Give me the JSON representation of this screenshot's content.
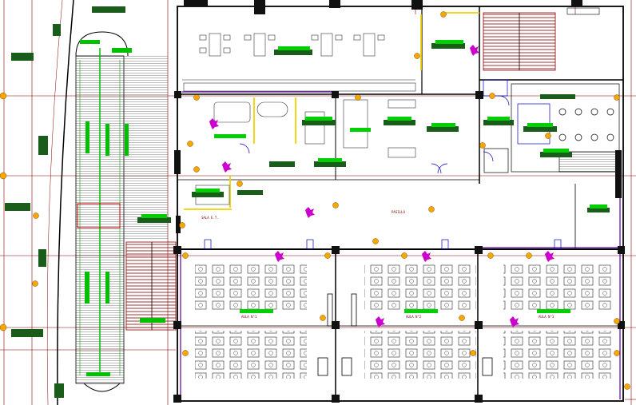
{
  "drawing": {
    "type": "architectural floor plan (CAD)",
    "background": "#ffffff",
    "colors": {
      "wall": "#000000",
      "dimension_line": "#8b0000",
      "grid_line": "#b8860b",
      "column": "#111111",
      "label_bar": "#00c000",
      "label_shadow": "#1a5c1a",
      "furniture": "#333333",
      "partition": "#5a00a0",
      "highlight_wall": "#f2d200",
      "column_marker": "#f5a800",
      "plant_symbol": "#cc00cc",
      "stair": "#8b0000",
      "door_blue": "#0000c8"
    },
    "labels": {
      "left_room_a": "",
      "left_room_b": "",
      "center_label": "PASILLO",
      "side_label": "SALA E.T.",
      "classroom_1": "AULA N°1",
      "classroom_2": "AULA N°2",
      "classroom_3": "AULA N°3"
    },
    "icons": [
      "plant-symbol",
      "column-marker",
      "door-swing",
      "stair-run",
      "chair",
      "toilet",
      "desk"
    ]
  }
}
